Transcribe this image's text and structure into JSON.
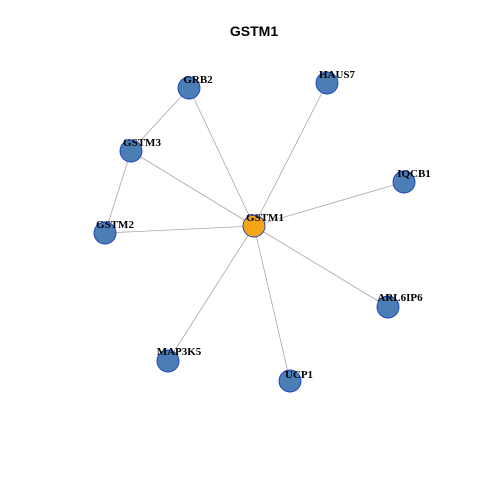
{
  "title": "GSTM1",
  "colors": {
    "center_node": "#f5a516",
    "neighbor_node": "#4a7eb5",
    "node_border": "#1a3fbf",
    "edge": "#a8a8a8"
  },
  "nodes": [
    {
      "id": "GSTM1",
      "label": "GSTM1",
      "role": "center"
    },
    {
      "id": "GRB2",
      "label": "GRB2",
      "role": "neighbor"
    },
    {
      "id": "HAUS7",
      "label": "HAUS7",
      "role": "neighbor"
    },
    {
      "id": "GSTM3",
      "label": "GSTM3",
      "role": "neighbor"
    },
    {
      "id": "IQCB1",
      "label": "IQCB1",
      "role": "neighbor"
    },
    {
      "id": "GSTM2",
      "label": "GSTM2",
      "role": "neighbor"
    },
    {
      "id": "ARL6IP6",
      "label": "ARL6IP6",
      "role": "neighbor"
    },
    {
      "id": "MAP3K5",
      "label": "MAP3K5",
      "role": "neighbor"
    },
    {
      "id": "UCP1",
      "label": "UCP1",
      "role": "neighbor"
    }
  ],
  "edges": [
    [
      "GSTM1",
      "GRB2"
    ],
    [
      "GSTM1",
      "HAUS7"
    ],
    [
      "GSTM1",
      "GSTM3"
    ],
    [
      "GSTM1",
      "IQCB1"
    ],
    [
      "GSTM1",
      "GSTM2"
    ],
    [
      "GSTM1",
      "ARL6IP6"
    ],
    [
      "GSTM1",
      "MAP3K5"
    ],
    [
      "GSTM1",
      "UCP1"
    ],
    [
      "GRB2",
      "GSTM3"
    ],
    [
      "GSTM3",
      "GSTM2"
    ]
  ]
}
